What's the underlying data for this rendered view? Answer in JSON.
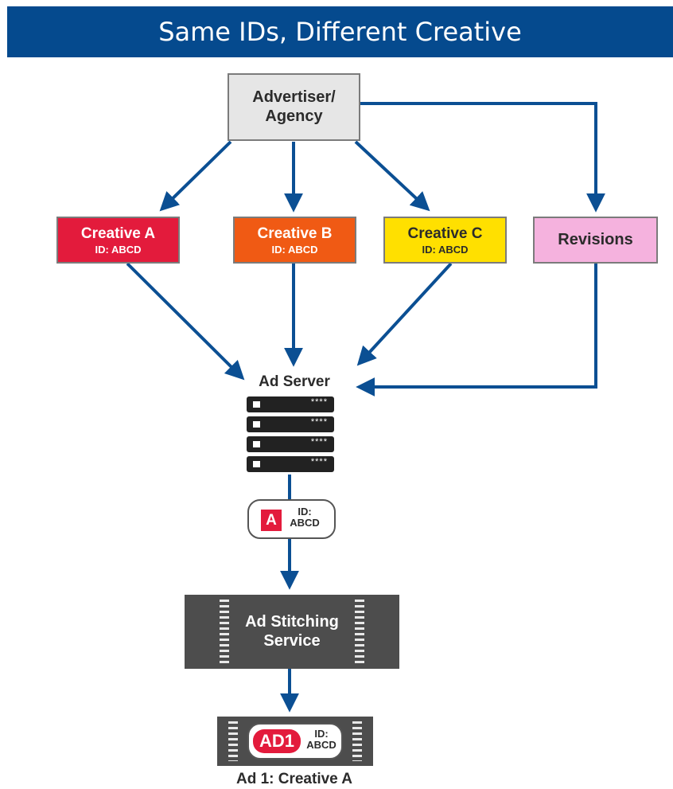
{
  "title": "Same IDs, Different Creative",
  "colors": {
    "banner": "#054a8e",
    "arrow": "#0b4f93",
    "creative_a": "#e31b3c",
    "creative_b": "#f05a14",
    "creative_c": "#ffe000",
    "revisions": "#f5b2de",
    "advertiser": "#e6e6e6",
    "server": "#222222",
    "film": "#4d4d4d"
  },
  "nodes": {
    "advertiser": "Advertiser/\nAgency",
    "creative_a": {
      "title": "Creative A",
      "id": "ID: ABCD"
    },
    "creative_b": {
      "title": "Creative B",
      "id": "ID: ABCD"
    },
    "creative_c": {
      "title": "Creative C",
      "id": "ID: ABCD"
    },
    "revisions": "Revisions",
    "ad_server": "Ad Server",
    "server_leds": "****",
    "token": {
      "letter": "A",
      "id": "ID:\nABCD"
    },
    "stitching": "Ad Stitching\nService",
    "output": {
      "ad": "AD1",
      "id": "ID:\nABCD"
    },
    "caption": "Ad 1: Creative A"
  },
  "icons": {
    "server": "server-rack-icon",
    "film": "film-strip-icon"
  }
}
